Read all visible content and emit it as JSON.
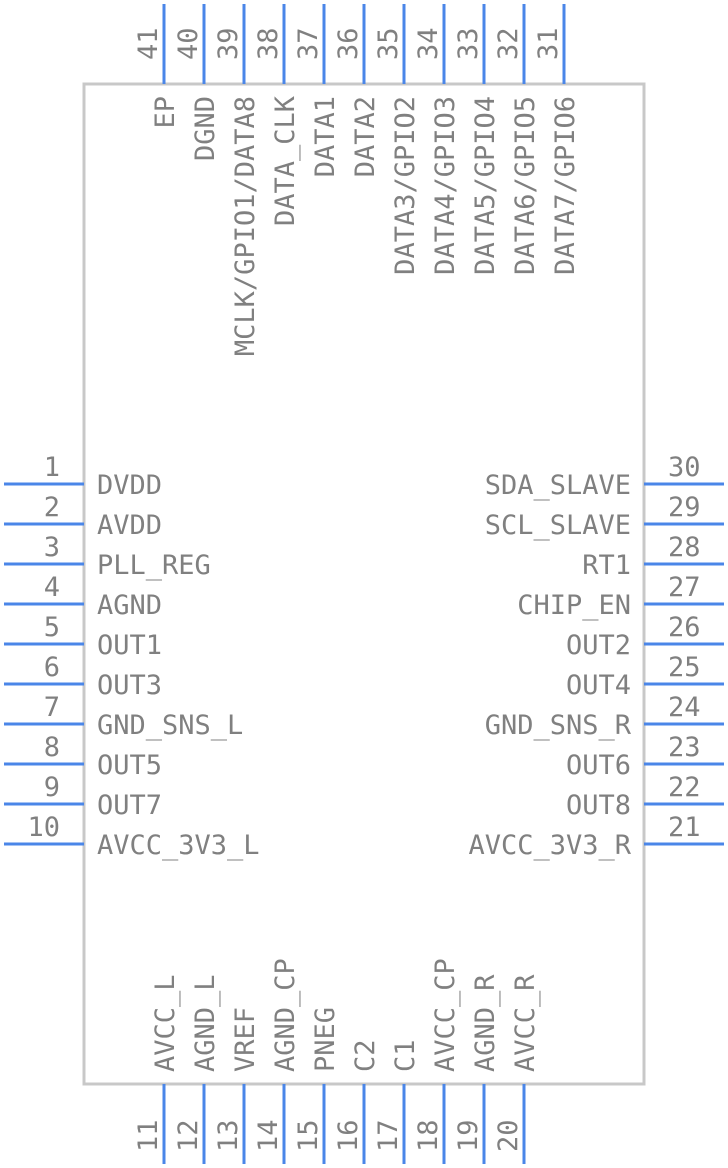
{
  "left_pins": [
    {
      "num": "1",
      "name": "DVDD"
    },
    {
      "num": "2",
      "name": "AVDD"
    },
    {
      "num": "3",
      "name": "PLL_REG"
    },
    {
      "num": "4",
      "name": "AGND"
    },
    {
      "num": "5",
      "name": "OUT1"
    },
    {
      "num": "6",
      "name": "OUT3"
    },
    {
      "num": "7",
      "name": "GND_SNS_L"
    },
    {
      "num": "8",
      "name": "OUT5"
    },
    {
      "num": "9",
      "name": "OUT7"
    },
    {
      "num": "10",
      "name": "AVCC_3V3_L"
    }
  ],
  "right_pins": [
    {
      "num": "30",
      "name": "SDA_SLAVE"
    },
    {
      "num": "29",
      "name": "SCL_SLAVE"
    },
    {
      "num": "28",
      "name": "RT1"
    },
    {
      "num": "27",
      "name": "CHIP_EN"
    },
    {
      "num": "26",
      "name": "OUT2"
    },
    {
      "num": "25",
      "name": "OUT4"
    },
    {
      "num": "24",
      "name": "GND_SNS_R"
    },
    {
      "num": "23",
      "name": "OUT6"
    },
    {
      "num": "22",
      "name": "OUT8"
    },
    {
      "num": "21",
      "name": "AVCC_3V3_R"
    }
  ],
  "top_pins": [
    {
      "num": "41",
      "name": "EP"
    },
    {
      "num": "40",
      "name": "DGND"
    },
    {
      "num": "39",
      "name": "MCLK/GPIO1/DATA8"
    },
    {
      "num": "38",
      "name": "DATA_CLK"
    },
    {
      "num": "37",
      "name": "DATA1"
    },
    {
      "num": "36",
      "name": "DATA2"
    },
    {
      "num": "35",
      "name": "DATA3/GPIO2"
    },
    {
      "num": "34",
      "name": "DATA4/GPIO3"
    },
    {
      "num": "33",
      "name": "DATA5/GPIO4"
    },
    {
      "num": "32",
      "name": "DATA6/GPIO5"
    },
    {
      "num": "31",
      "name": "DATA7/GPIO6"
    }
  ],
  "bottom_pins": [
    {
      "num": "11",
      "name": "AVCC_L"
    },
    {
      "num": "12",
      "name": "AGND_L"
    },
    {
      "num": "13",
      "name": "VREF"
    },
    {
      "num": "14",
      "name": "AGND_CP"
    },
    {
      "num": "15",
      "name": "PNEG"
    },
    {
      "num": "16",
      "name": "C2"
    },
    {
      "num": "17",
      "name": "C1"
    },
    {
      "num": "18",
      "name": "AVCC_CP"
    },
    {
      "num": "19",
      "name": "AGND_R"
    },
    {
      "num": "20",
      "name": "AVCC_R"
    }
  ],
  "colors": {
    "pin": "#4a86e8",
    "body_outline": "#c8c8c8",
    "text": "#808080"
  }
}
